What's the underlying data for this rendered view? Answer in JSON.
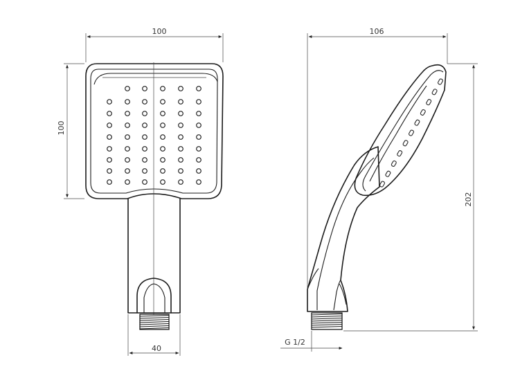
{
  "dimensions": {
    "front_width": "100",
    "front_height": "100",
    "front_base_width": "40",
    "side_width": "106",
    "side_height": "202",
    "thread": "G 1/2"
  },
  "colors": {
    "line": "#1a1a1a",
    "background": "#ffffff"
  }
}
